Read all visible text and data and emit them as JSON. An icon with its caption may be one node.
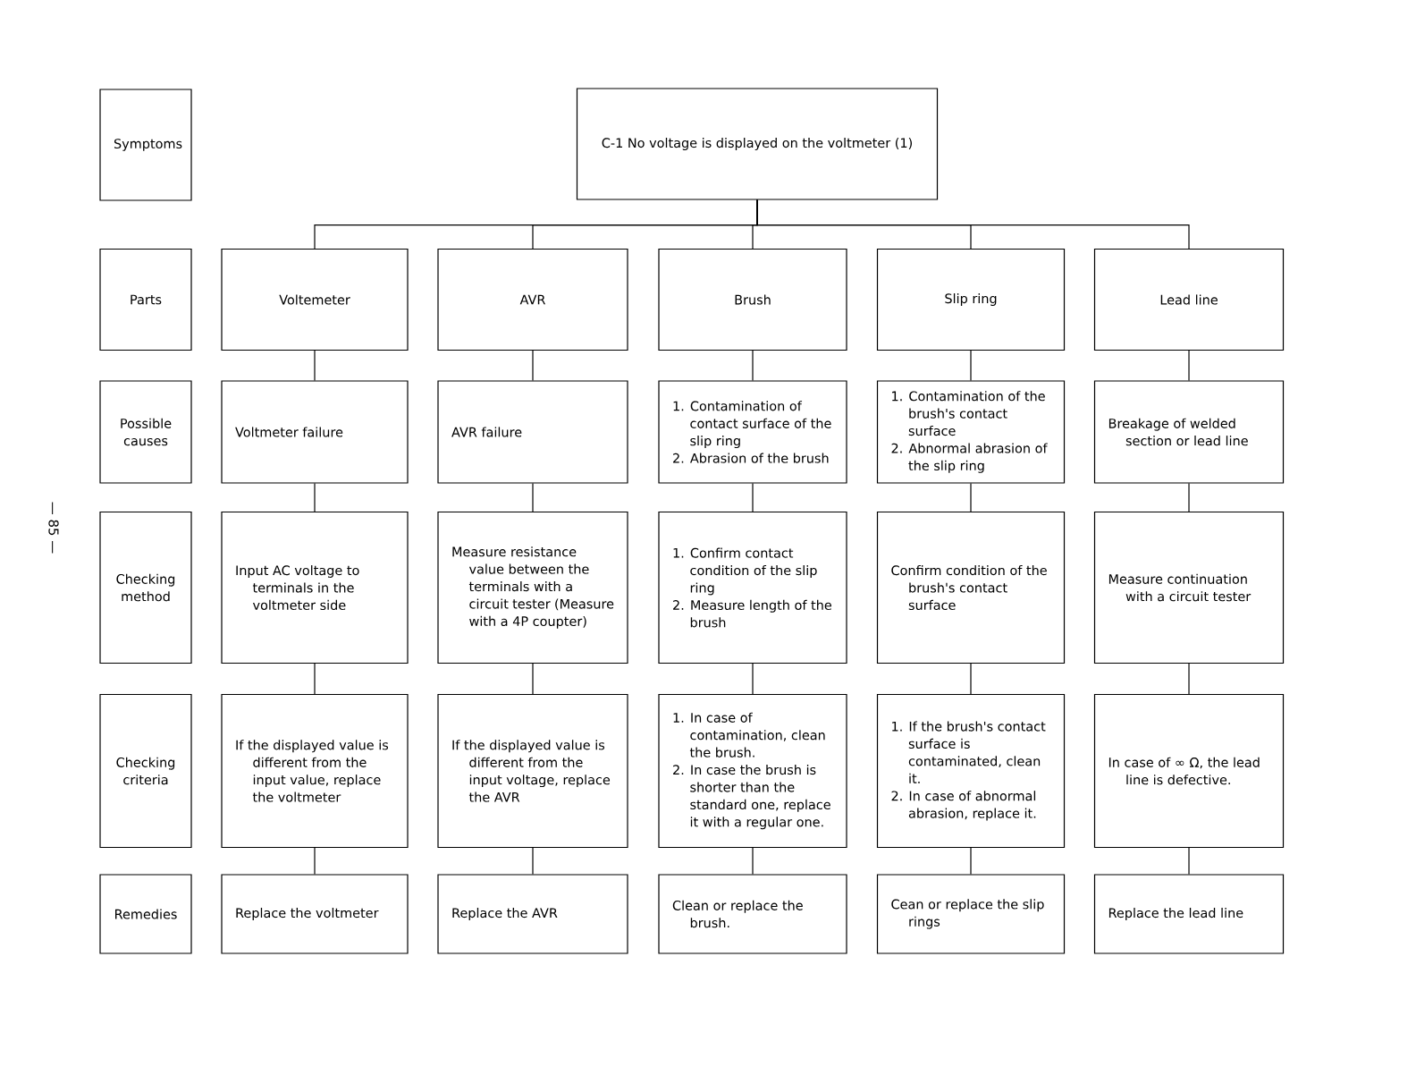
{
  "diagram": {
    "nodes": [
      {
        "text": [
          "Symptoms"
        ]
      },
      {
        "text": [
          "C-1 No voltage is displayed on the voltmeter (1)"
        ]
      },
      {
        "text": [
          "Parts"
        ]
      },
      {
        "text": [
          "Voltemeter"
        ]
      },
      {
        "text": [
          "AVR"
        ]
      },
      {
        "text": [
          "Brush"
        ]
      },
      {
        "text": [
          "Slip ring"
        ]
      },
      {
        "text": [
          "Lead line"
        ]
      },
      {
        "text": [
          "Possible causes"
        ]
      },
      {
        "text": [
          "Voltmeter failure"
        ]
      },
      {
        "text": [
          "AVR failure"
        ]
      },
      {
        "text": [
          "1. Contamination of contact surface of the slip ring",
          "2. Abrasion of the brush"
        ]
      },
      {
        "text": [
          "1. Contamination of the brush's contact surface",
          "2. Abnormal abrasion of the slip ring"
        ]
      },
      {
        "text": [
          "Breakage of welded section or lead line"
        ]
      },
      {
        "text": [
          "Checking method"
        ]
      },
      {
        "text": [
          "Input AC voltage to terminals in the voltmeter side"
        ]
      },
      {
        "text": [
          "Measure resistance value between the terminals with a circuit tester (Measure with a 4P coupter)"
        ]
      },
      {
        "text": [
          "1. Confirm contact condition of the slip ring",
          "2. Measure length of the brush"
        ]
      },
      {
        "text": [
          "Confirm condition of the brush's contact surface"
        ]
      },
      {
        "text": [
          "Measure continuation with a circuit tester"
        ]
      },
      {
        "text": [
          "Checking criteria"
        ]
      },
      {
        "text": [
          "If the displayed value is different from the input value, replace the voltmeter"
        ]
      },
      {
        "text": [
          "If the displayed value is different from the input voltage, replace the AVR"
        ]
      },
      {
        "text": [
          "1. In case of contamination, clean the brush.",
          "2. In case the brush is shorter than the standard one, replace it with a regular one."
        ]
      },
      {
        "text": [
          "1. If the brush's contact surface is contaminated, clean it.",
          "2. In case of abnormal abrasion, replace it."
        ]
      },
      {
        "text": [
          "In case of ∞ Ω, the lead line is defective."
        ]
      },
      {
        "text": [
          "Remedies"
        ]
      },
      {
        "text": [
          "Replace the voltmeter"
        ]
      },
      {
        "text": [
          "Replace the AVR"
        ]
      },
      {
        "text": [
          "Clean or replace the brush."
        ]
      },
      {
        "text": [
          "Cean or replace the slip rings"
        ]
      },
      {
        "text": [
          "Replace the lead line"
        ]
      }
    ],
    "edges": [
      {
        "from": 1,
        "to": 3,
        "arrow": "none"
      },
      {
        "from": 1,
        "to": 4,
        "arrow": "none"
      },
      {
        "from": 1,
        "to": 5,
        "arrow": "none"
      },
      {
        "from": 1,
        "to": 6,
        "arrow": "none"
      },
      {
        "from": 1,
        "to": 7,
        "arrow": "none"
      },
      {
        "from": 3,
        "to": 9,
        "arrow": "none"
      },
      {
        "from": 4,
        "to": 10,
        "arrow": "none"
      },
      {
        "from": 5,
        "to": 11,
        "arrow": "none"
      },
      {
        "from": 6,
        "to": 12,
        "arrow": "none"
      },
      {
        "from": 7,
        "to": 13,
        "arrow": "none"
      },
      {
        "from": 9,
        "to": 15,
        "arrow": "none"
      },
      {
        "from": 10,
        "to": 16,
        "arrow": "none"
      },
      {
        "from": 11,
        "to": 17,
        "arrow": "none"
      },
      {
        "from": 12,
        "to": 18,
        "arrow": "none"
      },
      {
        "from": 13,
        "to": 19,
        "arrow": "none"
      },
      {
        "from": 15,
        "to": 21,
        "arrow": "none"
      },
      {
        "from": 16,
        "to": 22,
        "arrow": "none"
      },
      {
        "from": 17,
        "to": 23,
        "arrow": "none"
      },
      {
        "from": 18,
        "to": 24,
        "arrow": "none"
      },
      {
        "from": 19,
        "to": 25,
        "arrow": "none"
      },
      {
        "from": 21,
        "to": 27,
        "arrow": "none"
      },
      {
        "from": 22,
        "to": 28,
        "arrow": "none"
      },
      {
        "from": 23,
        "to": 29,
        "arrow": "none"
      },
      {
        "from": 24,
        "to": 30,
        "arrow": "none"
      },
      {
        "from": 25,
        "to": 31,
        "arrow": "none"
      }
    ],
    "labels": [
      "— 85 —"
    ]
  }
}
